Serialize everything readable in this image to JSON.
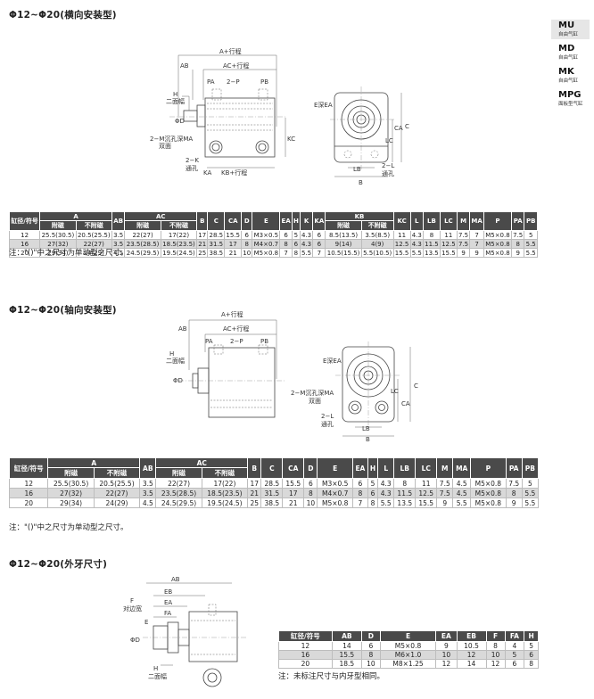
{
  "sidebar": {
    "items": [
      {
        "code": "MU",
        "desc": "自由气缸",
        "active": true
      },
      {
        "code": "MD",
        "desc": "自由气缸",
        "active": false
      },
      {
        "code": "MK",
        "desc": "自由气缸",
        "active": false
      },
      {
        "code": "MPG",
        "desc": "面板型气缸",
        "active": false
      }
    ]
  },
  "section1": {
    "title": "Φ12~Φ20(横向安装型)",
    "drawing_labels": {
      "a_stroke": "A+行程",
      "ac_stroke": "AC+行程",
      "ab": "AB",
      "pa": "PA",
      "two_p": "2−P",
      "pb": "PB",
      "h": "H",
      "two_face_width": "二面幅",
      "phi_d": "ΦD",
      "two_m": "2−M沉孔深MA",
      "double_side": "双面",
      "two_k": "2−K",
      "through_hole": "通孔",
      "ka": "KA",
      "kb_stroke": "KB+行程",
      "kc": "KC",
      "e_depth": "E深EA",
      "lc": "LC",
      "ca": "CA",
      "c": "C",
      "lb": "LB",
      "b": "B",
      "two_l": "2−L",
      "through_hole2": "通孔"
    },
    "table": {
      "headers": {
        "bore": "缸径/符号",
        "A": "A",
        "AB": "AB",
        "AC": "AC",
        "B": "B",
        "C": "C",
        "CA": "CA",
        "D": "D",
        "E": "E",
        "EA": "EA",
        "H": "H",
        "K": "K",
        "KA": "KA",
        "KB": "KB",
        "KC": "KC",
        "L": "L",
        "LB": "LB",
        "LC": "LC",
        "M": "M",
        "MA": "MA",
        "P": "P",
        "PA": "PA",
        "PB": "PB",
        "with_mag": "附磁",
        "no_mag": "不附磁"
      },
      "rows": [
        [
          "12",
          "25.5(30.5)",
          "20.5(25.5)",
          "3.5",
          "22(27)",
          "17(22)",
          "17",
          "28.5",
          "15.5",
          "6",
          "M3×0.5",
          "6",
          "5",
          "4.3",
          "6",
          "8.5(13.5)",
          "3.5(8.5)",
          "11",
          "4.3",
          "8",
          "11",
          "7.5",
          "7",
          "M5×0.8",
          "7.5",
          "5"
        ],
        [
          "16",
          "27(32)",
          "22(27)",
          "3.5",
          "23.5(28.5)",
          "18.5(23.5)",
          "21",
          "31.5",
          "17",
          "8",
          "M4×0.7",
          "8",
          "6",
          "4.3",
          "6",
          "9(14)",
          "4(9)",
          "12.5",
          "4.3",
          "11.5",
          "12.5",
          "7.5",
          "7",
          "M5×0.8",
          "8",
          "5.5"
        ],
        [
          "20",
          "29(34)",
          "24(29)",
          "4.5",
          "24.5(29.5)",
          "19.5(24.5)",
          "25",
          "38.5",
          "21",
          "10",
          "M5×0.8",
          "7",
          "8",
          "5.5",
          "7",
          "10.5(15.5)",
          "5.5(10.5)",
          "15.5",
          "5.5",
          "13.5",
          "15.5",
          "9",
          "9",
          "M5×0.8",
          "9",
          "5.5"
        ]
      ]
    },
    "note": "注：\"()\"中之尺寸为单动型之尺寸。"
  },
  "section2": {
    "title": "Φ12~Φ20(轴向安装型)",
    "drawing_labels": {
      "a_stroke": "A+行程",
      "ac_stroke": "AC+行程",
      "ab": "AB",
      "pa": "PA",
      "two_p": "2−P",
      "pb": "PB",
      "h": "H",
      "two_face_width": "二面幅",
      "phi_d": "ΦD",
      "e_depth": "E深EA",
      "two_m": "2−M沉孔深MA",
      "double_side": "双面",
      "two_l": "2−L",
      "through_hole": "通孔",
      "lc": "LC",
      "ca": "CA",
      "c": "C",
      "lb": "LB",
      "b": "B"
    },
    "table": {
      "headers": {
        "bore": "缸径/符号",
        "A": "A",
        "AB": "AB",
        "AC": "AC",
        "B": "B",
        "C": "C",
        "CA": "CA",
        "D": "D",
        "E": "E",
        "EA": "EA",
        "H": "H",
        "L": "L",
        "LB": "LB",
        "LC": "LC",
        "M": "M",
        "MA": "MA",
        "P": "P",
        "PA": "PA",
        "PB": "PB",
        "with_mag": "附磁",
        "no_mag": "不附磁"
      },
      "rows": [
        [
          "12",
          "25.5(30.5)",
          "20.5(25.5)",
          "3.5",
          "22(27)",
          "17(22)",
          "17",
          "28.5",
          "15.5",
          "6",
          "M3×0.5",
          "6",
          "5",
          "4.3",
          "8",
          "11",
          "7.5",
          "4.5",
          "M5×0.8",
          "7.5",
          "5"
        ],
        [
          "16",
          "27(32)",
          "22(27)",
          "3.5",
          "23.5(28.5)",
          "18.5(23.5)",
          "21",
          "31.5",
          "17",
          "8",
          "M4×0.7",
          "8",
          "6",
          "4.3",
          "11.5",
          "12.5",
          "7.5",
          "4.5",
          "M5×0.8",
          "8",
          "5.5"
        ],
        [
          "20",
          "29(34)",
          "24(29)",
          "4.5",
          "24.5(29.5)",
          "19.5(24.5)",
          "25",
          "38.5",
          "21",
          "10",
          "M5×0.8",
          "7",
          "8",
          "5.5",
          "13.5",
          "15.5",
          "9",
          "5.5",
          "M5×0.8",
          "9",
          "5.5"
        ]
      ]
    },
    "note": "注：\"()\"中之尺寸为单动型之尺寸。"
  },
  "section3": {
    "title": "Φ12~Φ20(外牙尺寸)",
    "drawing_labels": {
      "ab": "AB",
      "eb": "EB",
      "ea": "EA",
      "fa": "FA",
      "f": "F",
      "opposite_width": "对边宽",
      "e": "E",
      "phi_d": "ΦD",
      "h": "H",
      "two_face_width": "二面幅"
    },
    "table": {
      "headers": [
        "缸径/符号",
        "AB",
        "D",
        "E",
        "EA",
        "EB",
        "F",
        "FA",
        "H"
      ],
      "rows": [
        [
          "12",
          "14",
          "6",
          "M5×0.8",
          "9",
          "10.5",
          "8",
          "4",
          "5"
        ],
        [
          "16",
          "15.5",
          "8",
          "M6×1.0",
          "10",
          "12",
          "10",
          "5",
          "6"
        ],
        [
          "20",
          "18.5",
          "10",
          "M8×1.25",
          "12",
          "14",
          "12",
          "6",
          "8"
        ]
      ]
    },
    "note": "注：未标注尺寸与内牙型相同。"
  }
}
